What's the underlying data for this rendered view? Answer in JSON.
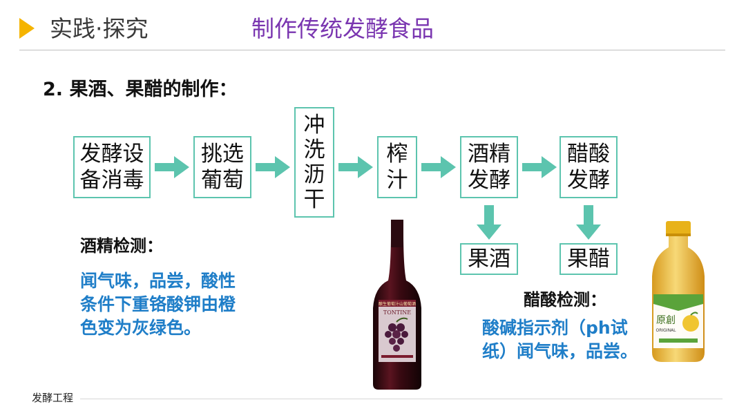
{
  "header": {
    "section": "实践·探究",
    "title": "制作传统发酵食品",
    "colors": {
      "accent": "#F5B400",
      "title": "#7A36B0",
      "box_border": "#5CC4AE",
      "blue_text": "#1F7EC8"
    }
  },
  "subtitle": "2. 果酒、果醋的制作：",
  "process": {
    "steps": [
      {
        "lines": [
          "发酵设",
          "备消毒"
        ]
      },
      {
        "lines": [
          "挑选",
          "葡萄"
        ]
      },
      {
        "lines": [
          "冲",
          "洗",
          "沥",
          "干"
        ]
      },
      {
        "lines": [
          "榨",
          "汁"
        ]
      },
      {
        "lines": [
          "酒精",
          "发酵"
        ]
      },
      {
        "lines": [
          "醋酸",
          "发酵"
        ]
      }
    ],
    "products": [
      "果酒",
      "果醋"
    ]
  },
  "alcohol_test": {
    "heading": "酒精检测：",
    "lines": [
      "闻气味，品尝，酸性",
      "条件下重铬酸钾由橙",
      "色变为灰绿色。"
    ]
  },
  "acetic_test": {
    "heading": "醋酸检测：",
    "lines": [
      "酸碱指示剂（ph试",
      "纸）闻气味，品尝。"
    ]
  },
  "wine_bottle": {
    "label_top": "酿生葡萄汁山葡萄酒",
    "brand": "TONTINE"
  },
  "vinegar_bottle": {
    "brand_cn": "原創",
    "brand_en": "ORIGINAL"
  },
  "footer": {
    "text": "发酵工程"
  }
}
